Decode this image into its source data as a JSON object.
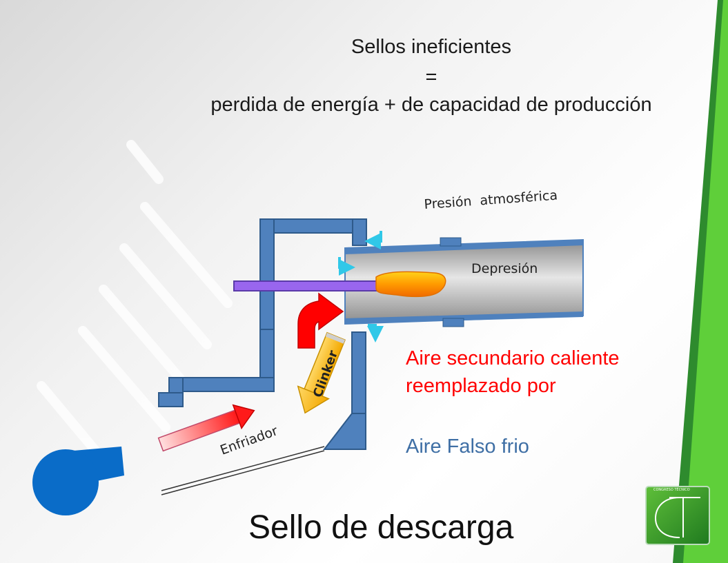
{
  "header": {
    "line1": "Sellos ineficientes",
    "line2": "=",
    "line3": "perdida de energía + de capacidad de producción"
  },
  "diagram": {
    "atmospheric_label": "Presión  atmosférica",
    "depression_label": "Depresión",
    "clinker_label": "Clinker",
    "cooler_label": "Enfriador"
  },
  "callout": {
    "line1": "Aire secundario caliente",
    "line2": "reemplazado por",
    "line3": "Aire Falso frio"
  },
  "footer": {
    "title": "Sello de descarga"
  },
  "logo": {
    "letters": "CT",
    "text": "CONGRESO TÉCNICO"
  },
  "colors": {
    "structure_blue": "#4f81bd",
    "hot_air_red": "#ff0000",
    "cold_air_blue": "#3f6fa5",
    "accent_green": "#3aa935",
    "burner_purple": "#9966ee",
    "flame_orange": "#ff8c00",
    "clinker_yellow": "#f5b800"
  }
}
